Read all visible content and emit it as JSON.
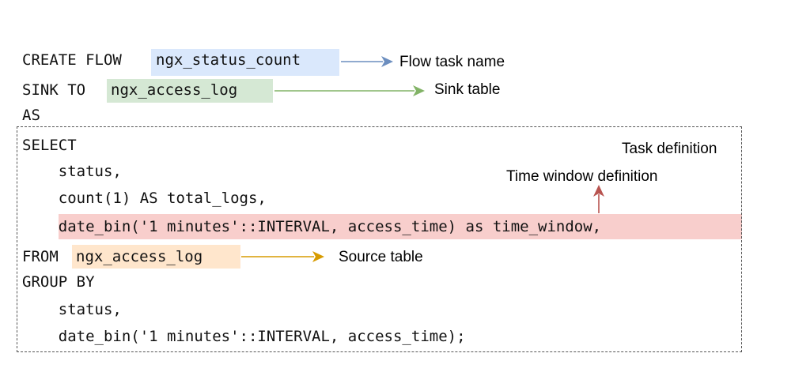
{
  "code": {
    "line1_keyword": "CREATE FLOW",
    "line1_name": "ngx_status_count",
    "line2_keyword": "SINK TO",
    "line2_name": "ngx_access_log",
    "line3": "AS",
    "line4": "SELECT",
    "line5": "    status,",
    "line6": "    count(1) AS total_logs,",
    "line7": "    date_bin('1 minutes'::INTERVAL, access_time) as time_window,",
    "line8_keyword": "FROM",
    "line8_name": "ngx_access_log",
    "line9": "GROUP BY",
    "line10": "    status,",
    "line11": "    date_bin('1 minutes'::INTERVAL, access_time);"
  },
  "annotations": {
    "flow_task_name": "Flow task name",
    "sink_table": "Sink table",
    "task_definition": "Task definition",
    "time_window_definition": "Time window definition",
    "source_table": "Source table"
  },
  "colors": {
    "flow_name_highlight": "#dae8fc",
    "flow_name_arrow": "#6c8ebf",
    "sink_highlight": "#d5e8d4",
    "sink_arrow": "#82b366",
    "time_window_highlight": "#f8cecc",
    "time_window_arrow": "#b85450",
    "source_highlight": "#ffe6cc",
    "source_arrow": "#d79b00"
  }
}
